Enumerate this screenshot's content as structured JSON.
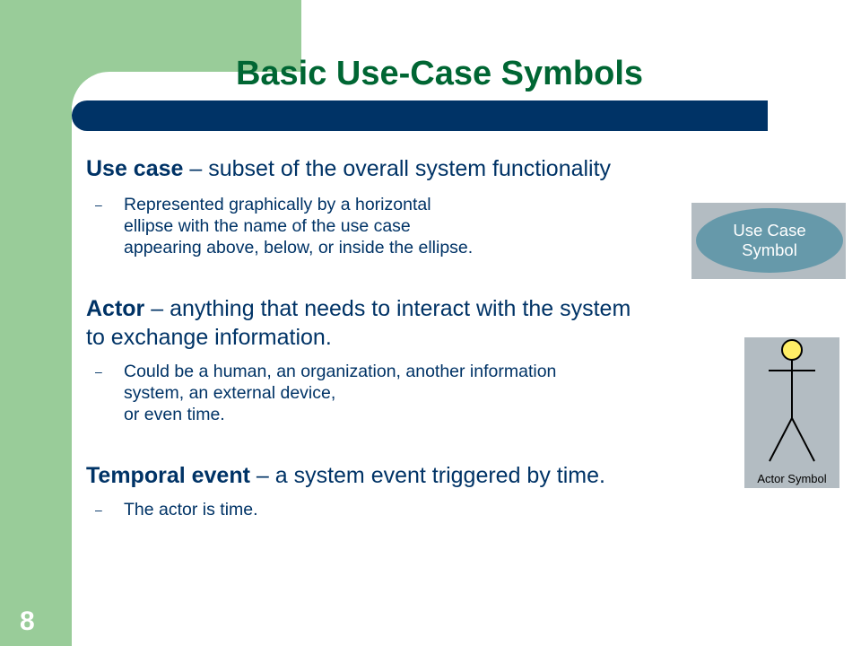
{
  "slide": {
    "title": "Basic Use-Case Symbols",
    "number": "8"
  },
  "bullets": {
    "use_case": {
      "term": "Use case",
      "rest": " – subset of the overall system functionality",
      "sub": [
        "Represented graphically by a horizontal",
        "ellipse with the name of the use case",
        "appearing above, below, or inside the ellipse."
      ]
    },
    "actor": {
      "term": "Actor",
      "rest": " – anything that needs to interact with the system",
      "rest2": "to exchange information.",
      "sub": [
        "Could be a human, an organization, another information",
        "system, an external device,",
        "or even time."
      ]
    },
    "temporal": {
      "term": "Temporal event",
      "rest": " – a system event triggered by time.",
      "sub": [
        "The actor is time."
      ]
    }
  },
  "figures": {
    "use_case_symbol": {
      "line1": "Use Case",
      "line2": "Symbol"
    },
    "actor_symbol": {
      "label": "Actor Symbol"
    }
  },
  "colors": {
    "sidebar_green": "#99cc99",
    "title_green": "#006633",
    "navy": "#003366",
    "ellipse_blue": "#6699aa",
    "figure_bg": "#b3bcc2",
    "actor_head": "#ffee66"
  },
  "bullet_marker": "–"
}
